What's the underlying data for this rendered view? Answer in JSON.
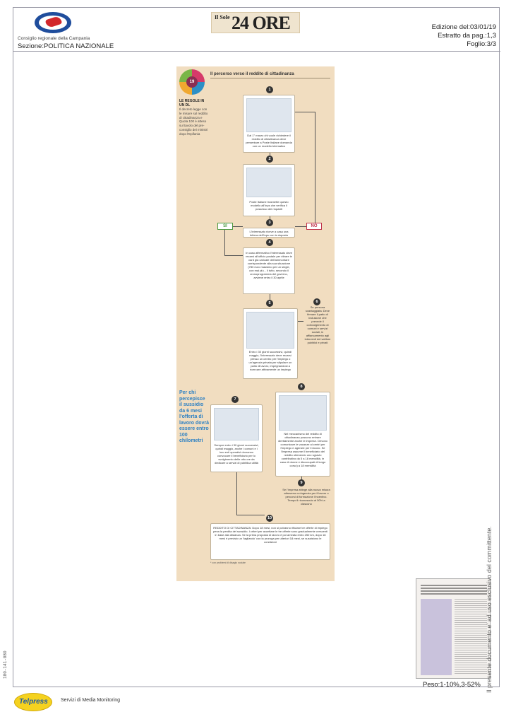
{
  "header": {
    "logo_text": "Consiglio regionale della Campania",
    "sezione": "Sezione:POLITICA NAZIONALE",
    "masthead_small": "Il Sole",
    "masthead_big": "24 ORE",
    "edizione": "Edizione del:03/01/19",
    "estratto": "Estratto da pag.:1,3",
    "foglio": "Foglio:3/3"
  },
  "article": {
    "badge_number": "19",
    "title": "Il percorso verso il reddito di cittadinanza",
    "side_heading": "LE REGOLE IN UN DL",
    "side_text": "Il decreto legge con le misure sul reddito di cittadinanza e Quota 100 è atteso sul tavolo del pre-consiglio dei ministri dopo l'Epifania",
    "callout": "Per chi percepisce il sussidio da 6 mesi l'offerta di lavoro dovrà essere entro 100 chilometri",
    "yes_label": "SI",
    "no_label": "NO",
    "steps": [
      {
        "n": "1",
        "text": "Dal 1° marzo chi vuole richiedere il reddito di cittadinanza deve presentare a Poste Italiane domanda con un modello telematico"
      },
      {
        "n": "2",
        "text": "Poste Italiane trasmette questo modello all'Inps che verifica il possesso dei requisiti"
      },
      {
        "n": "3",
        "text": "L'interessato riceve a casa una lettera dell'Inps con la risposta"
      },
      {
        "n": "4",
        "text": "In caso affermativo l'interessato deve recarsi all'ufficio postale per ritirare le card già caricate dell'ammontare corrispondente alla sua situazione (780 euro massimo per un single, con mai più... il tutto, secondo il cronoprogramma del governo, avviene entro il 30 aprile"
      },
      {
        "n": "5",
        "text": "Entro i 30 giorni successivi, quindi maggio, l'interessato deve recarsi presso un centro per l'impiego o un'agenzia privata per stipulare un patto di lavoro, impegnandosi a ricercare attivamente un impiego"
      },
      {
        "n": "6",
        "text": "Se persona svantaggiata: Deve firmare il patto di inclusione che prevede il coinvolgimento di comuni e servizi sociali, in affiancamento agli interventi del welfare pubblici e privati"
      },
      {
        "n": "7",
        "text": "Sempre entro i 30 giorni successivi, quindi maggio, anche i comuni e i loro enti operativi dovranno convocare il beneficiario per lo svolgimento delle otto ore da dedicare a servizi di pubblica utilità"
      },
      {
        "n": "8",
        "text": "Nel meccanismo del reddito di cittadinanza possono entrare direttamente anche le imprese. Devono comunicare le vacanze ai centri per l'impiego e agenzie per il lavoro. Se l'impresa assume il beneficiario del reddito ottenendo uno sgravio contributivo da 5 a 18 mensilità, in caso di donne e disoccupati di lungo corso) a 18 mensilità"
      },
      {
        "n": "9",
        "text": "Se l'impresa attinge alla nuova misura attraverso un'agenzia per il lavoro o percorsi di formazione l'incentivo. Tempo il riconoscuto al 50% a ciascuno"
      },
      {
        "n": "10",
        "text": "REDDITO DI CITTADINANZA: Dopo 18 mesi, non si potranno rifiutare tre offerte di impiego pena la perdita del sussidio. I criteri per accettare le tre offerte sono gradualmente crescenti in base alla distanza. Se la prima proposta di lavoro è poi arrivata entro 250 km, dopo 18 mesi è previsto un 'tagliando' con la proroga per ulteriori 18 mesi, se sussistono le condizioni"
      }
    ],
    "footnote": "* con problemi di disagio sociale"
  },
  "footer": {
    "peso": "Peso:1-10%,3-52%",
    "side_note": "Il presente documento e' ad uso esclusivo del committente.",
    "code": "180-141-080",
    "telpress": "Telpress",
    "servizi": "Servizi di Media Monitoring"
  }
}
